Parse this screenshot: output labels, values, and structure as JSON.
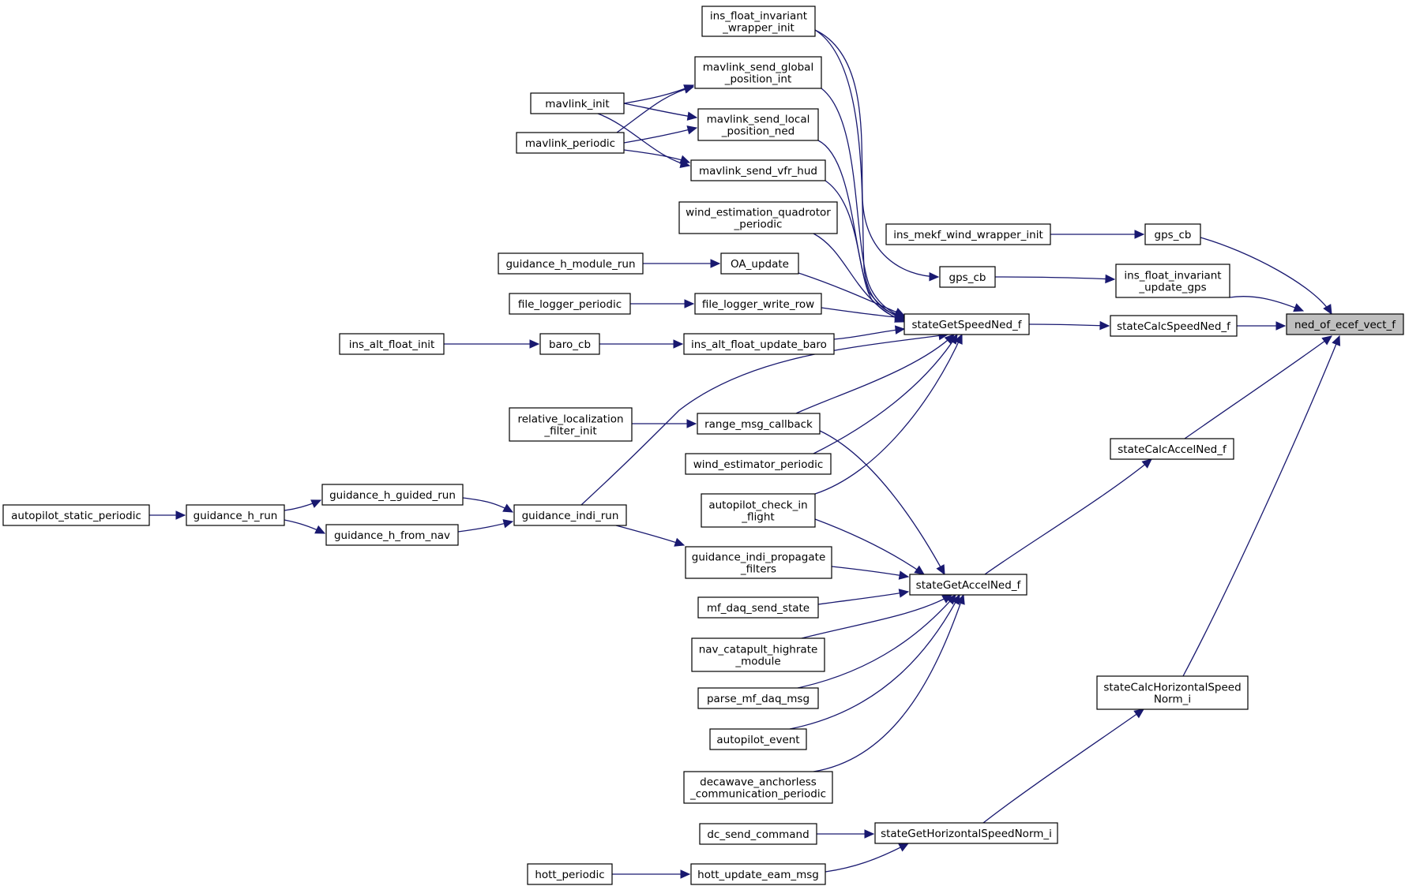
{
  "graph": {
    "direction": "right-to-left",
    "colors": {
      "edge": "#191970",
      "node_border": "#000000",
      "node_fill": "#ffffff",
      "focus_fill": "#bfbfbf"
    },
    "nodes": [
      {
        "id": "ned",
        "lines": [
          "ned_of_ecef_vect_f"
        ],
        "focus": true
      },
      {
        "id": "gps_cb_top",
        "lines": [
          "gps_cb"
        ]
      },
      {
        "id": "ins_mekf",
        "lines": [
          "ins_mekf_wind_wrapper_init"
        ]
      },
      {
        "id": "ins_float_inv_upd",
        "lines": [
          "ins_float_invariant",
          "_update_gps"
        ]
      },
      {
        "id": "gps_cb_mid",
        "lines": [
          "gps_cb"
        ]
      },
      {
        "id": "ins_float_inv_init",
        "lines": [
          "ins_float_invariant",
          "_wrapper_init"
        ]
      },
      {
        "id": "calc_speed",
        "lines": [
          "stateCalcSpeedNed_f"
        ]
      },
      {
        "id": "get_speed",
        "lines": [
          "stateGetSpeedNed_f"
        ]
      },
      {
        "id": "calc_accel",
        "lines": [
          "stateCalcAccelNed_f"
        ]
      },
      {
        "id": "get_accel",
        "lines": [
          "stateGetAccelNed_f"
        ]
      },
      {
        "id": "calc_hspeed",
        "lines": [
          "stateCalcHorizontalSpeed",
          "Norm_i"
        ]
      },
      {
        "id": "get_hspeed",
        "lines": [
          "stateGetHorizontalSpeedNorm_i"
        ]
      },
      {
        "id": "mav_global",
        "lines": [
          "mavlink_send_global",
          "_position_int"
        ]
      },
      {
        "id": "mav_local",
        "lines": [
          "mavlink_send_local",
          "_position_ned"
        ]
      },
      {
        "id": "mav_vfr",
        "lines": [
          "mavlink_send_vfr_hud"
        ]
      },
      {
        "id": "mav_init",
        "lines": [
          "mavlink_init"
        ]
      },
      {
        "id": "mav_periodic",
        "lines": [
          "mavlink_periodic"
        ]
      },
      {
        "id": "wind_quad",
        "lines": [
          "wind_estimation_quadrotor",
          "_periodic"
        ]
      },
      {
        "id": "oa_update",
        "lines": [
          "OA_update"
        ]
      },
      {
        "id": "guid_module",
        "lines": [
          "guidance_h_module_run"
        ]
      },
      {
        "id": "flog_write",
        "lines": [
          "file_logger_write_row"
        ]
      },
      {
        "id": "flog_periodic",
        "lines": [
          "file_logger_periodic"
        ]
      },
      {
        "id": "ins_alt_baro",
        "lines": [
          "ins_alt_float_update_baro"
        ]
      },
      {
        "id": "baro_cb",
        "lines": [
          "baro_cb"
        ]
      },
      {
        "id": "ins_alt_init",
        "lines": [
          "ins_alt_float_init"
        ]
      },
      {
        "id": "range_msg",
        "lines": [
          "range_msg_callback"
        ]
      },
      {
        "id": "rel_loc",
        "lines": [
          "relative_localization",
          "_filter_init"
        ]
      },
      {
        "id": "wind_est",
        "lines": [
          "wind_estimator_periodic"
        ]
      },
      {
        "id": "ap_check",
        "lines": [
          "autopilot_check_in",
          "_flight"
        ]
      },
      {
        "id": "guid_indi_prop",
        "lines": [
          "guidance_indi_propagate",
          "_filters"
        ]
      },
      {
        "id": "guid_indi_run",
        "lines": [
          "guidance_indi_run"
        ]
      },
      {
        "id": "guid_guided",
        "lines": [
          "guidance_h_guided_run"
        ]
      },
      {
        "id": "guid_from_nav",
        "lines": [
          "guidance_h_from_nav"
        ]
      },
      {
        "id": "guid_h_run",
        "lines": [
          "guidance_h_run"
        ]
      },
      {
        "id": "ap_static",
        "lines": [
          "autopilot_static_periodic"
        ]
      },
      {
        "id": "mf_daq_send",
        "lines": [
          "mf_daq_send_state"
        ]
      },
      {
        "id": "nav_cat",
        "lines": [
          "nav_catapult_highrate",
          "_module"
        ]
      },
      {
        "id": "parse_mf",
        "lines": [
          "parse_mf_daq_msg"
        ]
      },
      {
        "id": "ap_event",
        "lines": [
          "autopilot_event"
        ]
      },
      {
        "id": "decawave",
        "lines": [
          "decawave_anchorless",
          "_communication_periodic"
        ]
      },
      {
        "id": "dc_send",
        "lines": [
          "dc_send_command"
        ]
      },
      {
        "id": "hott_update",
        "lines": [
          "hott_update_eam_msg"
        ]
      },
      {
        "id": "hott_periodic",
        "lines": [
          "hott_periodic"
        ]
      }
    ],
    "edges": [
      [
        "gps_cb_top",
        "ned"
      ],
      [
        "ins_float_inv_upd",
        "ned"
      ],
      [
        "calc_speed",
        "ned"
      ],
      [
        "calc_accel",
        "ned"
      ],
      [
        "calc_hspeed",
        "ned"
      ],
      [
        "ins_mekf",
        "gps_cb_top"
      ],
      [
        "gps_cb_mid",
        "ins_float_inv_upd"
      ],
      [
        "ins_float_inv_init",
        "gps_cb_mid"
      ],
      [
        "get_speed",
        "calc_speed"
      ],
      [
        "get_accel",
        "calc_accel"
      ],
      [
        "get_hspeed",
        "calc_hspeed"
      ],
      [
        "ins_float_inv_init",
        "get_speed"
      ],
      [
        "mav_global",
        "get_speed"
      ],
      [
        "mav_local",
        "get_speed"
      ],
      [
        "mav_vfr",
        "get_speed"
      ],
      [
        "wind_quad",
        "get_speed"
      ],
      [
        "oa_update",
        "get_speed"
      ],
      [
        "flog_write",
        "get_speed"
      ],
      [
        "ins_alt_baro",
        "get_speed"
      ],
      [
        "range_msg",
        "get_speed"
      ],
      [
        "wind_est",
        "get_speed"
      ],
      [
        "ap_check",
        "get_speed"
      ],
      [
        "guid_indi_run",
        "get_speed"
      ],
      [
        "mav_init",
        "mav_global"
      ],
      [
        "mav_periodic",
        "mav_global"
      ],
      [
        "mav_init",
        "mav_local"
      ],
      [
        "mav_periodic",
        "mav_local"
      ],
      [
        "mav_init",
        "mav_vfr"
      ],
      [
        "mav_periodic",
        "mav_vfr"
      ],
      [
        "guid_module",
        "oa_update"
      ],
      [
        "flog_periodic",
        "flog_write"
      ],
      [
        "baro_cb",
        "ins_alt_baro"
      ],
      [
        "ins_alt_init",
        "baro_cb"
      ],
      [
        "rel_loc",
        "range_msg"
      ],
      [
        "guid_guided",
        "guid_indi_run"
      ],
      [
        "guid_from_nav",
        "guid_indi_run"
      ],
      [
        "guid_h_run",
        "guid_guided"
      ],
      [
        "guid_h_run",
        "guid_from_nav"
      ],
      [
        "ap_static",
        "guid_h_run"
      ],
      [
        "guid_indi_run",
        "guid_indi_prop"
      ],
      [
        "range_msg",
        "get_accel"
      ],
      [
        "ap_check",
        "get_accel"
      ],
      [
        "guid_indi_prop",
        "get_accel"
      ],
      [
        "mf_daq_send",
        "get_accel"
      ],
      [
        "nav_cat",
        "get_accel"
      ],
      [
        "parse_mf",
        "get_accel"
      ],
      [
        "ap_event",
        "get_accel"
      ],
      [
        "decawave",
        "get_accel"
      ],
      [
        "dc_send",
        "get_hspeed"
      ],
      [
        "hott_update",
        "get_hspeed"
      ],
      [
        "hott_periodic",
        "hott_update"
      ]
    ]
  }
}
